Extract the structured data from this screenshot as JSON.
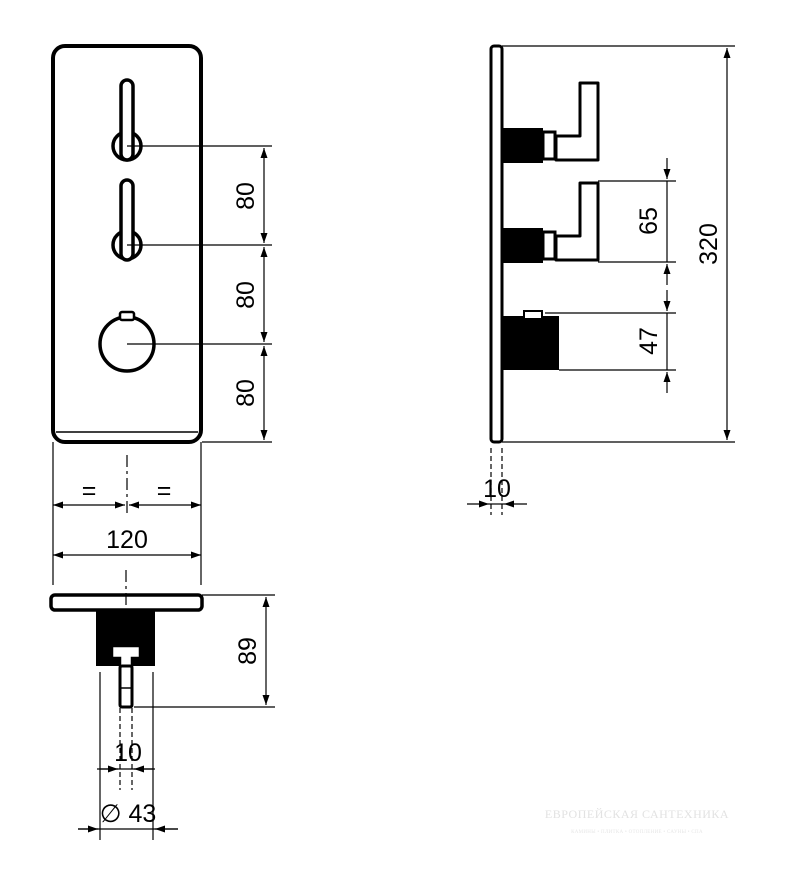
{
  "front_view": {
    "spacing_1": "80",
    "spacing_2": "80",
    "spacing_3": "80",
    "equal_left": "=",
    "equal_right": "=",
    "width": "120"
  },
  "top_view": {
    "depth": "89",
    "stem_width": "10",
    "body_diameter": "∅ 43"
  },
  "side_view": {
    "handle_height": "65",
    "knob_height": "47",
    "total_height": "320",
    "plate_thickness": "10"
  },
  "watermark": {
    "name": "ЕВРОПЕЙСКАЯ САНТЕХНИКА",
    "tagline": "КАМИНЫ • ПЛИТКА • ОТОПЛЕНИЕ • САУНЫ • СПА"
  }
}
